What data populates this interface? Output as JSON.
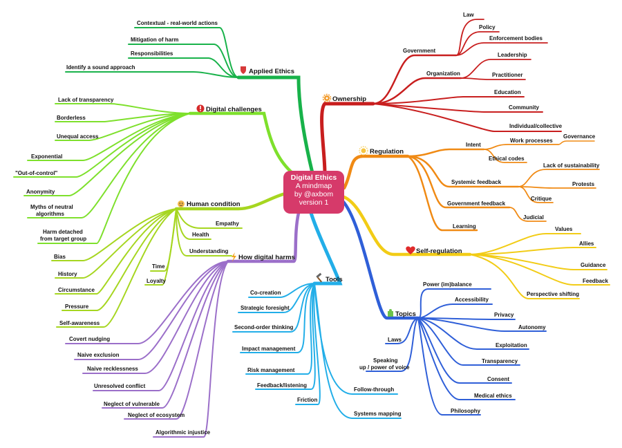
{
  "center": {
    "title": "Digital Ethics",
    "lines": [
      "A mindmap",
      "by @axbom",
      "version 1"
    ]
  },
  "branches": {
    "applied": {
      "label": "Applied Ethics",
      "icon": "shield-icon",
      "color": "#18b24a",
      "items": [
        "Contextual - real-world actions",
        "Mitigation of harm",
        "Responsibilities",
        "Identify a sound approach"
      ]
    },
    "challenges": {
      "label": "Digital challenges",
      "icon": "exclamation-icon",
      "color": "#7ee02c",
      "items": [
        "Lack of transparency",
        "Borderless",
        "Unequal access",
        "Exponential",
        "\"Out-of-control\"",
        "Anonymity",
        "Myths of neutral",
        "algorithms",
        "Harm detached",
        "from target group"
      ]
    },
    "human": {
      "label": "Human condition",
      "icon": "face-icon",
      "color": "#a6d620",
      "items": [
        "Empathy",
        "Health",
        "Understanding",
        "Time",
        "Loyalty",
        "Bias",
        "History",
        "Circumstance",
        "Pressure",
        "Self-awareness"
      ]
    },
    "harms": {
      "label": "How digital harms",
      "icon": "lightning-icon",
      "color": "#9b6fc9",
      "items": [
        "Covert nudging",
        "Naive exclusion",
        "Naive recklessness",
        "Unresolved conflict",
        "Neglect of vulnerable",
        "Neglect of ecosystem",
        "Algorithmic injustice"
      ]
    },
    "tools": {
      "label": "Tools",
      "icon": "hammer-icon",
      "color": "#22aee8",
      "items": [
        "Co-creation",
        "Strategic foresight",
        "Second-order thinking",
        "Impact management",
        "Risk management",
        "Feedback/listening",
        "Friction",
        "Follow-through",
        "Systems mapping"
      ]
    },
    "ownership": {
      "label": "Ownership",
      "icon": "gear-icon",
      "color": "#c81e1e",
      "items": [
        "Government",
        "Law",
        "Policy",
        "Enforcement bodies",
        "Organization",
        "Leadership",
        "Practitioner",
        "Education",
        "Community",
        "Individual/collective"
      ]
    },
    "regulation": {
      "label": "Regulation",
      "icon": "sun-icon",
      "color": "#f08a14",
      "items": [
        "Intent",
        "Work processes",
        "Governance",
        "Ethical codes",
        "Systemic feedback",
        "Lack of sustainability",
        "Protests",
        "Critique",
        "Government feedback",
        "Judicial",
        "Learning"
      ]
    },
    "selfreg": {
      "label": "Self-regulation",
      "icon": "heart-icon",
      "color": "#f2cc16",
      "items": [
        "Values",
        "Allies",
        "Guidance",
        "Feedback",
        "Perspective shifting"
      ]
    },
    "topics": {
      "label": "Topics",
      "icon": "puzzle-icon",
      "color": "#2f5fd8",
      "items": [
        "Power (im)balance",
        "Accessibility",
        "Privacy",
        "Autonomy",
        "Exploitation",
        "Transparency",
        "Consent",
        "Medical ethics",
        "Philosophy",
        "Laws",
        "Speaking",
        "up / power of voice"
      ]
    }
  }
}
